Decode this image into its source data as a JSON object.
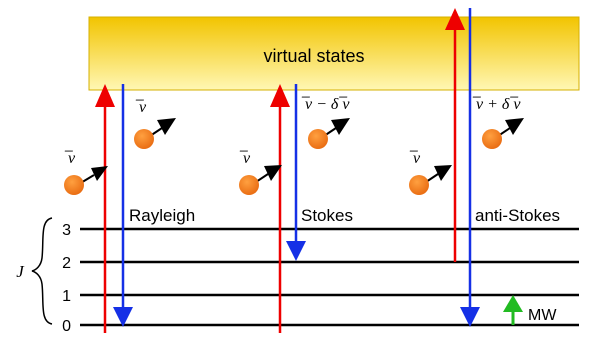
{
  "band": {
    "label": "virtual states"
  },
  "colors": {
    "band_top": "#f2c500",
    "band_bottom": "#fff6b0",
    "excitation": "#ee0000",
    "emission": "#1530e6",
    "microwave": "#22bb22",
    "photon_ball": "#f07818",
    "level_line": "#000000"
  },
  "axis": {
    "label": "J"
  },
  "levels": [
    "0",
    "1",
    "2",
    "3"
  ],
  "processes": [
    {
      "label": "Rayleigh",
      "incident": "̅ν",
      "scattered": "̅ν"
    },
    {
      "label": "Stokes",
      "incident": "̅ν",
      "scattered": "̅ν − δ ̅ν"
    },
    {
      "label": "anti-Stokes",
      "incident": "̅ν",
      "scattered": "̅ν + δ ̅ν"
    }
  ],
  "microwave": {
    "label": "MW"
  }
}
